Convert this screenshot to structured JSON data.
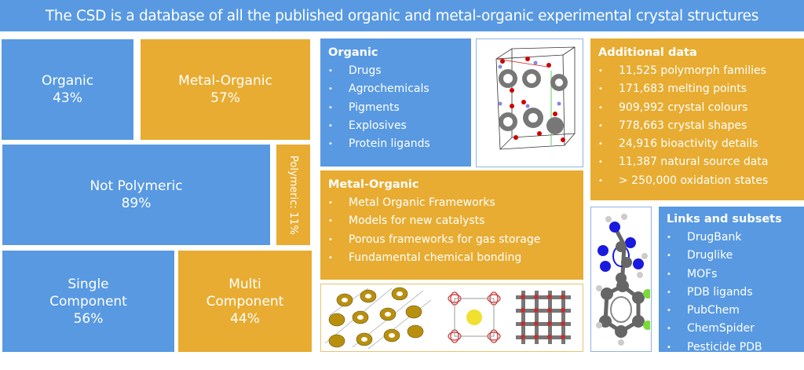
{
  "header": {
    "title": "The CSD is a database of all the published organic and metal-organic experimental crystal structures"
  },
  "treemap": {
    "organic": {
      "label": "Organic",
      "percent": "43%",
      "value": 43
    },
    "metal_organic": {
      "label": "Metal-Organic",
      "percent": "57%",
      "value": 57
    },
    "not_polymeric": {
      "label": "Not Polymeric",
      "percent": "89%",
      "value": 89
    },
    "polymeric": {
      "label": "Polymeric: 11%",
      "value": 11
    },
    "single_component": {
      "line1": "Single",
      "line2": "Component",
      "percent": "56%",
      "value": 56
    },
    "multi_component": {
      "line1": "Multi",
      "line2": "Component",
      "percent": "44%",
      "value": 44
    }
  },
  "organic_panel": {
    "title": "Organic",
    "items": [
      "Drugs",
      "Agrochemicals",
      "Pigments",
      "Explosives",
      "Protein ligands"
    ]
  },
  "metal_organic_panel": {
    "title": "Metal-Organic",
    "items": [
      "Metal Organic Frameworks",
      "Models for new catalysts",
      "Porous frameworks for gas storage",
      "Fundamental chemical bonding"
    ]
  },
  "additional_data": {
    "title": "Additional data",
    "items": [
      "11,525 polymorph families",
      "171,683 melting points",
      "909,992 crystal colours",
      "778,663 crystal shapes",
      "24,916 bioactivity details",
      "11,387 natural source data",
      "> 250,000 oxidation states"
    ]
  },
  "links_subsets": {
    "title": "Links and subsets",
    "items": [
      "DrugBank",
      "Druglike",
      "MOFs",
      "PDB ligands",
      "PubChem",
      "ChemSpider",
      "Pesticide PDB"
    ]
  },
  "bullet": "•",
  "colors": {
    "blue": "#5899e2",
    "gold": "#e7ac31"
  }
}
